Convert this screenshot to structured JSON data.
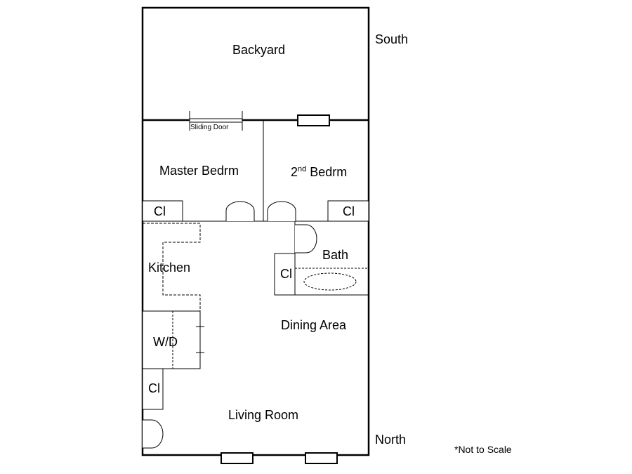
{
  "directions": {
    "south": "South",
    "north": "North"
  },
  "rooms": {
    "backyard": "Backyard",
    "master_bedroom": "Master Bedrm",
    "second_bedroom_num": "2",
    "second_bedroom_sup": "nd",
    "second_bedroom_word": "Bedrm",
    "kitchen": "Kitchen",
    "bath": "Bath",
    "washer_dryer": "W/D",
    "dining_area": "Dining Area",
    "living_room": "Living Room"
  },
  "closets": {
    "master": "Cl",
    "second": "Cl",
    "bath": "Cl",
    "living": "Cl"
  },
  "fixtures": {
    "sliding_door": "Sliding Door"
  },
  "notes": {
    "scale": "*Not to Scale"
  }
}
